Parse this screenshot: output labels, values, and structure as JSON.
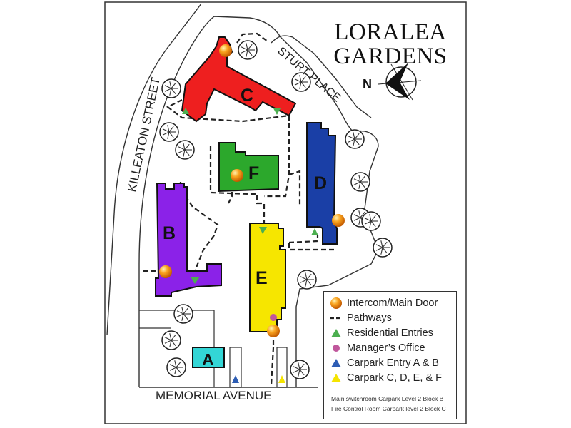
{
  "title": {
    "line1": "LORALEA",
    "line2": "GARDENS"
  },
  "north": {
    "label": "N"
  },
  "streets": {
    "killeaton": "KILLEATON STREET",
    "sturt": "STURT PLACE",
    "memorial": "MEMORIAL AVENUE"
  },
  "buildings": [
    {
      "id": "C",
      "label": "C",
      "color": "#ee1f1f"
    },
    {
      "id": "F",
      "label": "F",
      "color": "#2ca82c"
    },
    {
      "id": "D",
      "label": "D",
      "color": "#1a3fa6"
    },
    {
      "id": "B",
      "label": "B",
      "color": "#8b22e8"
    },
    {
      "id": "E",
      "label": "E",
      "color": "#f6e600"
    },
    {
      "id": "A",
      "label": "A",
      "color": "#33d6d6"
    }
  ],
  "legend": {
    "items": [
      {
        "label": "Intercom/Main Door",
        "symbol": "intercom-icon",
        "color": "#f49a1a"
      },
      {
        "label": "Pathways",
        "symbol": "pathway-icon",
        "color": "#222222"
      },
      {
        "label": "Residential Entries",
        "symbol": "triangle-icon",
        "color": "#4caf50"
      },
      {
        "label": "Manager’s Office",
        "symbol": "dot-icon",
        "color": "#c0579c"
      },
      {
        "label": "Carpark Entry A & B",
        "symbol": "triangle-icon",
        "color": "#2d5db4"
      },
      {
        "label": "Carpark C, D, E, & F",
        "symbol": "triangle-icon",
        "color": "#f5e400"
      }
    ],
    "notes": [
      "Main switchroom Carpark Level 2 Block B",
      "Fire Control Room Carpark level 2 Block C"
    ]
  }
}
